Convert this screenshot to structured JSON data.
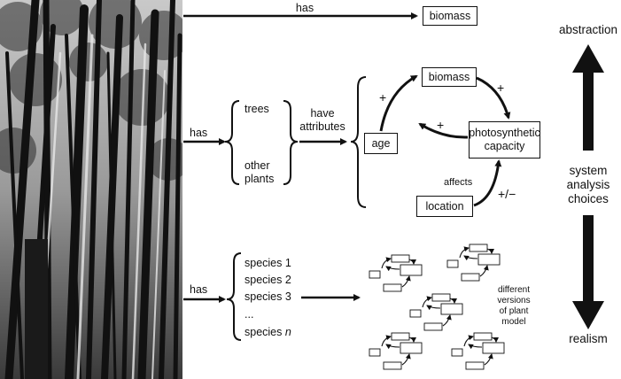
{
  "top_row": {
    "relation": "has",
    "target": "biomass"
  },
  "middle_row": {
    "relation": "has",
    "items": [
      "trees",
      "other plants"
    ],
    "attributes_relation": "have attributes",
    "boxes": {
      "age": "age",
      "biomass": "biomass",
      "photosynthetic_capacity": "photosynthetic capacity",
      "location": "location"
    },
    "signs": {
      "age_to_biomass": "+",
      "biomass_to_capacity": "+",
      "capacity_to_age": "+",
      "location_to_capacity": "+/−"
    },
    "affects_label": "affects"
  },
  "bottom_row": {
    "relation": "has",
    "species": [
      "species 1",
      "species 2",
      "species 3",
      "...",
      "species n"
    ],
    "versions_label": "different versions of plant model"
  },
  "scale": {
    "top": "abstraction",
    "middle": "system analysis choices",
    "bottom": "realism"
  }
}
